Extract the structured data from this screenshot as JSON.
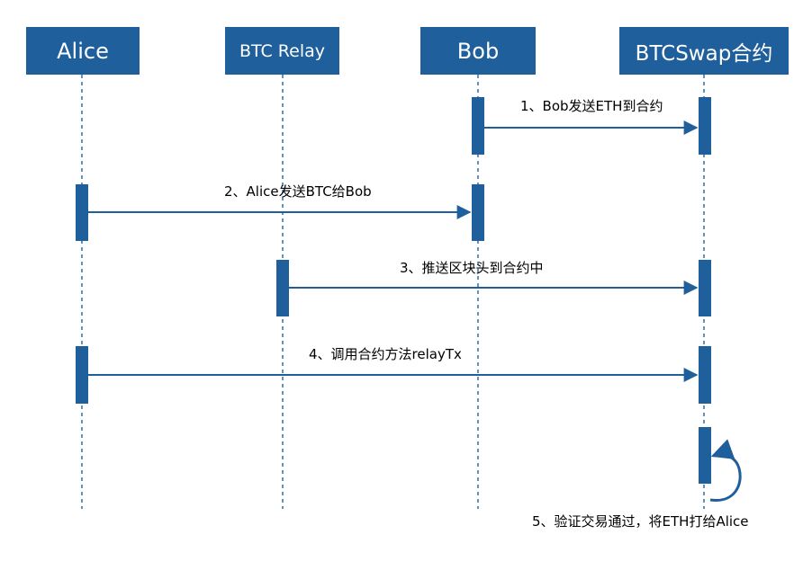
{
  "actors": {
    "alice": "Alice",
    "relay": "BTC Relay",
    "bob": "Bob",
    "contract": "BTCSwap合约"
  },
  "messages": {
    "m1": "1、Bob发送ETH到合约",
    "m2": "2、Alice发送BTC给Bob",
    "m3": "3、推送区块头到合约中",
    "m4": "4、调用合约方法relayTx",
    "m5": "5、验证交易通过，将ETH打给Alice"
  },
  "colors": {
    "actor_fill": "#1f5f9c",
    "activation_fill": "#1f5f9c",
    "arrow": "#1f5f9c",
    "lifeline": "#2e6da4"
  }
}
